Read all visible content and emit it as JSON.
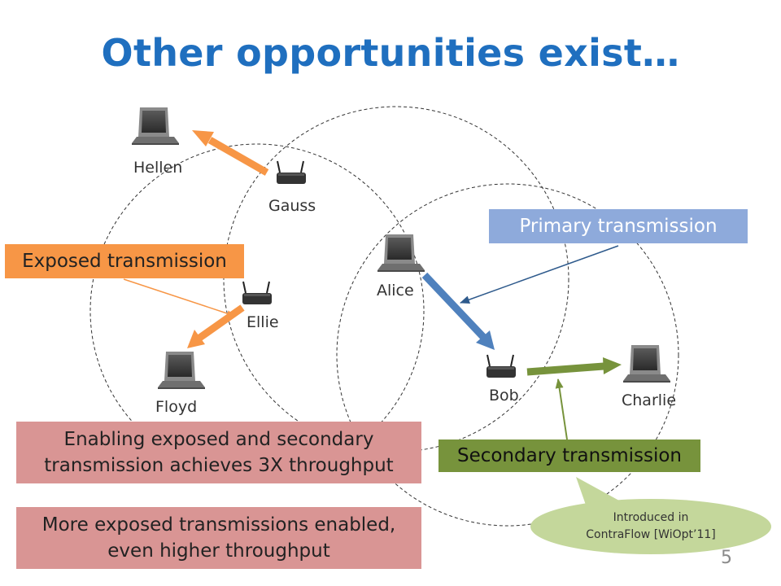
{
  "title": "Other opportunities exist…",
  "nodes": {
    "hellen": "Hellen",
    "gauss": "Gauss",
    "alice": "Alice",
    "ellie": "Ellie",
    "floyd": "Floyd",
    "bob": "Bob",
    "charlie": "Charlie"
  },
  "labels": {
    "exposed": "Exposed transmission",
    "primary": "Primary transmission",
    "secondary": "Secondary transmission",
    "enabling": "Enabling exposed and secondary transmission achieves 3X throughput",
    "more": "More exposed transmissions enabled, even higher throughput"
  },
  "callout": {
    "line1": "Introduced in",
    "line2": "ContraFlow [WiOpt’11]"
  },
  "page_number": "5",
  "colors": {
    "title": "#1f6fbf",
    "orange": "#f79646",
    "blue": "#8eaadb",
    "blue_arrow": "#4f81bd",
    "green": "#77933c",
    "pink": "#d99594",
    "callout": "#c4d79b"
  }
}
